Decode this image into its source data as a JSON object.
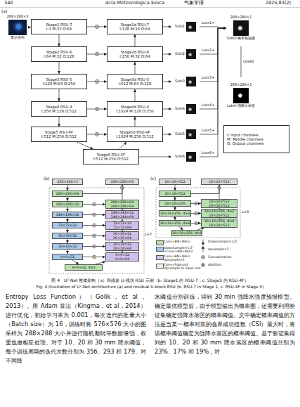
{
  "diagram": {
    "caption": "图 4　U²-Net 整体架构（a）和残差 U-模块 RSU 示例（b. Stage1 的 RSU-7，c. Stage5 的 RSU-4F）",
    "nodes": [
      {
        "text": [
          "288×288×3",
          "雷达资料"
        ]
      },
      {
        "text": [
          "Stage1 RSU-7",
          "I:3 M:32 O:64"
        ]
      },
      {
        "text": [
          "Stage2 RSU-6",
          "I:64 M:32 O:128"
        ]
      },
      {
        "text": [
          "Stage3 RSU-5",
          "I:128 M:64 O:256"
        ]
      },
      {
        "text": [
          "Stage4 RSU-4",
          "I:256 M:128 O:512"
        ]
      },
      {
        "text": [
          "Stage5 RSU-4F",
          "I:512 M:256 O:512"
        ]
      },
      {
        "text": [
          "Stage6 RSU-4F",
          "I:512 M:256 O:512"
        ]
      },
      {
        "text": [
          "Stage1d RSU-7",
          "I:128 M:16 O:64"
        ]
      },
      {
        "text": [
          "Stage2d RSU-6",
          "I:256 M:32 O:64"
        ]
      },
      {
        "text": [
          "Stage3d RSU-5",
          "I:512 M:64 O:128"
        ]
      },
      {
        "text": [
          "Stage4d RSU-4",
          "I:1024 M:128 O:256"
        ]
      },
      {
        "text": [
          "Stage5d RSU-4F",
          "I:1024 M:256 O:512"
        ]
      },
      {
        "text": [
          "Side1"
        ]
      },
      {
        "text": [
          "Side2"
        ]
      },
      {
        "text": [
          "Side3"
        ]
      },
      {
        "text": [
          "Side4"
        ]
      },
      {
        "text": [
          "Side5"
        ]
      },
      {
        "text": [
          "Side6"
        ]
      },
      {
        "text": [
          "288×288×1",
          "Side0 概率预报图"
        ]
      },
      {
        "text": [
          "288×288×1",
          "Label 强降水标签"
        ]
      },
      {
        "text": [
          "I: Input channels",
          "M: Middle channels",
          "O: Output channels"
        ]
      },
      {
        "text": [
          "288×288×3"
        ]
      },
      {
        "text": [
          "288×288×64"
        ]
      },
      {
        "text": [
          "288×288×64"
        ]
      },
      {
        "text": [
          "288×288×32"
        ]
      },
      {
        "text": [
          "144×144×32"
        ]
      },
      {
        "text": [
          "72×72×32"
        ]
      },
      {
        "text": [
          "36×36×32"
        ]
      },
      {
        "text": [
          "18×18×32"
        ]
      },
      {
        "text": [
          "9×9×32"
        ]
      },
      {
        "text": [
          "9×9×32, d=2"
        ]
      },
      {
        "text": [
          "288×288×64",
          "288×288×64"
        ]
      },
      {
        "text": [
          "144×144×32",
          "144×144×64"
        ]
      },
      {
        "text": [
          "72×72×32",
          "72×72×64"
        ]
      },
      {
        "text": [
          "36×36×32",
          "36×36×64"
        ]
      },
      {
        "text": [
          "18×18×32",
          "18×18×64"
        ]
      },
      {
        "text": [
          "9×9×32",
          "9×9×64"
        ]
      },
      {
        "text": [
          "18×18×512"
        ]
      },
      {
        "text": [
          "18×18×512"
        ]
      },
      {
        "text": [
          "18×18×512"
        ]
      },
      {
        "text": [
          "18×18×256"
        ]
      },
      {
        "text": [
          "18×18×256, d=2"
        ]
      },
      {
        "text": [
          "18×18×256, d=4"
        ]
      },
      {
        "text": [
          "18×18×256, d=8"
        ]
      },
      {
        "text": [
          "18×18×512",
          "18×18×512"
        ]
      },
      {
        "text": [
          "18×18×256, d=2",
          "18×18×512"
        ]
      },
      {
        "text": [
          "18×18×256, d=4",
          "18×18×512"
        ]
      }
    ],
    "edges": [
      {
        "from": 0,
        "to": 1,
        "arrow": "to"
      },
      {
        "from": 1,
        "to": 2,
        "arrow": "to"
      },
      {
        "from": 2,
        "to": 3,
        "arrow": "to"
      },
      {
        "from": 3,
        "to": 4,
        "arrow": "to"
      },
      {
        "from": 4,
        "to": 5,
        "arrow": "to"
      },
      {
        "from": 5,
        "to": 6,
        "arrow": "to"
      },
      {
        "from": 6,
        "to": 11,
        "arrow": "to"
      },
      {
        "from": 11,
        "to": 10,
        "arrow": "to"
      },
      {
        "from": 10,
        "to": 9,
        "arrow": "to"
      },
      {
        "from": 9,
        "to": 8,
        "arrow": "to"
      },
      {
        "from": 8,
        "to": 7,
        "arrow": "to"
      },
      {
        "from": 1,
        "to": 7,
        "arrow": "to"
      },
      {
        "from": 2,
        "to": 8,
        "arrow": "to"
      },
      {
        "from": 3,
        "to": 9,
        "arrow": "to"
      },
      {
        "from": 4,
        "to": 10,
        "arrow": "to"
      },
      {
        "from": 5,
        "to": 11,
        "arrow": "to"
      },
      {
        "from": 7,
        "to": 12,
        "arrow": "to"
      },
      {
        "from": 8,
        "to": 13,
        "arrow": "to"
      },
      {
        "from": 9,
        "to": 14,
        "arrow": "to"
      },
      {
        "from": 10,
        "to": 15,
        "arrow": "to"
      },
      {
        "from": 11,
        "to": 16,
        "arrow": "to"
      },
      {
        "from": 6,
        "to": 17,
        "arrow": "to"
      },
      {
        "from": 12,
        "to": 18,
        "arrow": "to"
      },
      {
        "from": 13,
        "to": 18,
        "arrow": "to"
      },
      {
        "from": 14,
        "to": 18,
        "arrow": "to"
      },
      {
        "from": 15,
        "to": 18,
        "arrow": "to"
      },
      {
        "from": 16,
        "to": 18,
        "arrow": "to"
      },
      {
        "from": 17,
        "to": 18,
        "arrow": "to"
      },
      {
        "from": 18,
        "to": 19,
        "label": "Loss0",
        "arrow": "none"
      },
      {
        "from": 21,
        "to": 23,
        "arrow": "to"
      },
      {
        "from": 23,
        "to": 24,
        "arrow": "to"
      },
      {
        "from": 24,
        "to": 25,
        "arrow": "to"
      },
      {
        "from": 25,
        "to": 26,
        "arrow": "to"
      },
      {
        "from": 26,
        "to": 27,
        "arrow": "to"
      },
      {
        "from": 27,
        "to": 28,
        "arrow": "to"
      },
      {
        "from": 28,
        "to": 29,
        "arrow": "to"
      },
      {
        "from": 29,
        "to": 30,
        "arrow": "to"
      },
      {
        "from": 30,
        "to": 36,
        "arrow": "to"
      },
      {
        "from": 36,
        "to": 35,
        "arrow": "to"
      },
      {
        "from": 35,
        "to": 34,
        "arrow": "to"
      },
      {
        "from": 34,
        "to": 33,
        "arrow": "to"
      },
      {
        "from": 33,
        "to": 32,
        "arrow": "to"
      },
      {
        "from": 32,
        "to": 31,
        "arrow": "to"
      },
      {
        "from": 31,
        "to": 22,
        "arrow": "to"
      },
      {
        "from": 24,
        "to": 31,
        "arrow": "to"
      },
      {
        "from": 25,
        "to": 32,
        "arrow": "to"
      },
      {
        "from": 26,
        "to": 33,
        "arrow": "to"
      },
      {
        "from": 27,
        "to": 34,
        "arrow": "to"
      },
      {
        "from": 28,
        "to": 35,
        "arrow": "to"
      },
      {
        "from": 29,
        "to": 36,
        "arrow": "to"
      },
      {
        "from": 23,
        "to": 22,
        "arrow": "to"
      },
      {
        "from": 37,
        "to": 39,
        "arrow": "to"
      },
      {
        "from": 39,
        "to": 40,
        "arrow": "to"
      },
      {
        "from": 40,
        "to": 41,
        "arrow": "to"
      },
      {
        "from": 41,
        "to": 42,
        "arrow": "to"
      },
      {
        "from": 42,
        "to": 43,
        "arrow": "to"
      },
      {
        "from": 43,
        "to": 46,
        "arrow": "to"
      },
      {
        "from": 46,
        "to": 45,
        "arrow": "to"
      },
      {
        "from": 45,
        "to": 44,
        "arrow": "to"
      },
      {
        "from": 44,
        "to": 38,
        "arrow": "to"
      },
      {
        "from": 40,
        "to": 44,
        "arrow": "to"
      },
      {
        "from": 41,
        "to": 45,
        "arrow": "to"
      },
      {
        "from": 42,
        "to": 46,
        "arrow": "to"
      },
      {
        "from": 39,
        "to": 38,
        "arrow": "to"
      }
    ],
    "labels": [
      "340",
      "Acta Meteorologica Sinica",
      "气象学报",
      "2025,83(2)",
      "(a)",
      "Loss1+",
      "Loss2+",
      "Loss3+",
      "Loss4+",
      "Loss5+",
      "Loss6+",
      "(b)",
      "L=7",
      "(c)",
      "L=4",
      "Fig. 4 Illustration of U²-Net architecture (a) and residual U-block RSU (b. RSU-7 in Stage 1, c. RSU-4F in Stage 5)",
      "Entropy Loss Function）（Golik，et al，2013）。用 Adam 算法（Kingma，et al，2014）进行优化，初始学习率为 0.001，每次迭代的批量大小（Batch size）为 16，训练时将 576×576 大小的图采样为 288×288 大小并进行随机翻转等数据增强，权重也做相应处理。对于 10、20 和 30 mm 降水阈值，每个训练周期的迭代次数分别为 356、293 和 179。对不同降",
      "水阈值分别训练，得到 30 min 强降水强度预报模型。确定最优模型后，由于模型输出为概率图，还需要利用验证集确定强降水落区的概率阈值。文中确定概率阈值的方法是当某一概率对应的临界成功指数（CSI）最大时，将该概率阈值确定为强降水落区的概率阈值。基于验证集得到的 10、20 和 30 mm 降水落区的概率阈值分别为 23%、17% 和 19%，对"
    ],
    "legend": [
      {
        "text": "Conv+BN+RELU",
        "color": "#b7dfb0"
      },
      {
        "text": "Downsample×1/2 +Conv+BN+RELU",
        "color": "#a9c8ea"
      },
      {
        "text": "Conv+BN+RELU Upsample×2",
        "color": "#cfc0e8"
      },
      {
        "text": "Downsample×1/2"
      },
      {
        "text": "Upsample×2"
      },
      {
        "text": "Concatenation"
      },
      {
        "text": "Addition"
      },
      {
        "text": "Conv+Sigmoid Upsample to input size",
        "color": "#e6f2dc"
      }
    ]
  }
}
